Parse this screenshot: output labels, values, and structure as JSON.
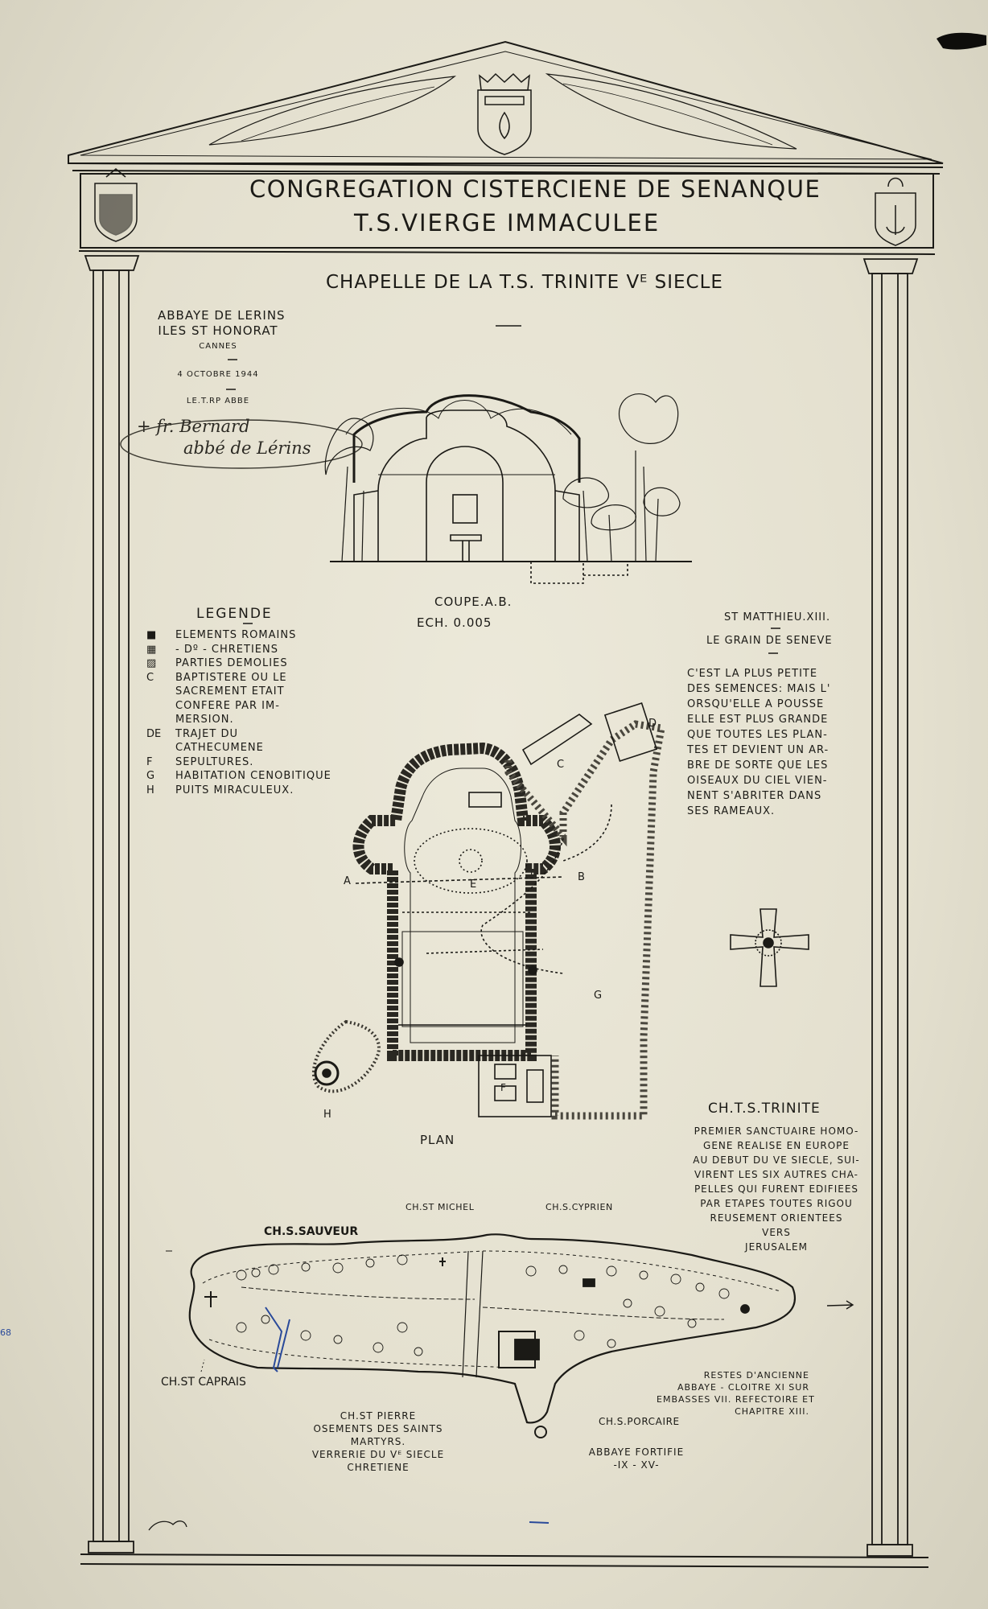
{
  "header": {
    "title_line1": "CONGREGATION CISTERCIENE DE SENANQUE",
    "title_line2": "T.S.VIERGE IMMACULEE",
    "subtitle": "CHAPELLE DE LA T.S. TRINITE Vᴱ SIECLE"
  },
  "abbey": {
    "lines": [
      "ABBAYE DE LERINS",
      "ILES ST HONORAT",
      "CANNES",
      "4 OCTOBRE 1944",
      "LE.T.RP ABBE"
    ],
    "signature": [
      "+ fr. Bernard",
      "abbé de Lérins"
    ]
  },
  "coupe": {
    "label": "COUPE.A.B.",
    "scale": "ECH. 0.005"
  },
  "legend": {
    "title": "LEGENDE",
    "items": [
      {
        "key": "■",
        "text": "ELEMENTS ROMAINS"
      },
      {
        "key": "▦",
        "text": "- Dº - CHRETIENS"
      },
      {
        "key": "▨",
        "text": "PARTIES DEMOLIES"
      },
      {
        "key": "C",
        "text": "BAPTISTERE OU LE"
      },
      {
        "key": "",
        "text": "SACREMENT ETAIT"
      },
      {
        "key": "",
        "text": "CONFERE PAR IM-"
      },
      {
        "key": "",
        "text": "MERSION."
      },
      {
        "key": "DE",
        "text": "TRAJET DU"
      },
      {
        "key": "",
        "text": "CATHECUMENE"
      },
      {
        "key": "F",
        "text": "SEPULTURES."
      },
      {
        "key": "G",
        "text": "HABITATION CENOBITIQUE"
      },
      {
        "key": "H",
        "text": "PUITS MIRACULEUX."
      }
    ]
  },
  "quote": {
    "ref": "ST MATTHIEU.XIII.",
    "heading": "LE GRAIN DE SENEVE",
    "lines": [
      "C'EST LA PLUS PETITE",
      "DES SEMENCES: MAIS L'",
      "ORSQU'ELLE A POUSSE",
      "ELLE EST PLUS GRANDE",
      "QUE TOUTES LES PLAN-",
      "TES ET DEVIENT UN AR-",
      "BRE DE SORTE QUE LES",
      "OISEAUX DU CIEL VIEN-",
      "NENT S'ABRITER DANS",
      "SES RAMEAUX."
    ]
  },
  "plan": {
    "label": "PLAN",
    "letters": {
      "a": "A",
      "b": "B",
      "c": "C",
      "d": "D",
      "e": "E",
      "f": "F",
      "g": "G",
      "h": "H"
    }
  },
  "trinite": {
    "title": "CH.T.S.TRINITE",
    "lines": [
      "PREMIER SANCTUAIRE HOMO-",
      "GENE REALISE EN EUROPE",
      "AU DEBUT DU VE SIECLE, SUI-",
      "VIRENT LES SIX AUTRES CHA-",
      "PELLES QUI FURENT EDIFIEES",
      "PAR ETAPES TOUTES RIGOU",
      "REUSEMENT ORIENTEES",
      "VERS",
      "JERUSALEM"
    ]
  },
  "map_labels": {
    "michel": "CH.ST MICHEL",
    "cyprien": "CH.S.CYPRIEN",
    "sauveur": "CH.S.SAUVEUR",
    "caprais": "CH.ST CAPRAIS",
    "pierre": [
      "CH.ST PIERRE",
      "OSEMENTS DES SAINTS",
      "MARTYRS.",
      "VERRERIE DU Vᴱ SIECLE",
      "CHRETIENE"
    ],
    "restes": [
      "RESTES D'ANCIENNE",
      "ABBAYE - CLOITRE XI SUR",
      "EMBASSES VII. REFECTOIRE ET",
      "CHAPITRE XIII."
    ],
    "porcaire": "CH.S.PORCAIRE",
    "fortifie": [
      "ABBAYE FORTIFIE",
      "-IX - XV-"
    ]
  },
  "margin_mark": "68",
  "colors": {
    "paper": "#e8e5d5",
    "ink": "#1b1a16"
  }
}
